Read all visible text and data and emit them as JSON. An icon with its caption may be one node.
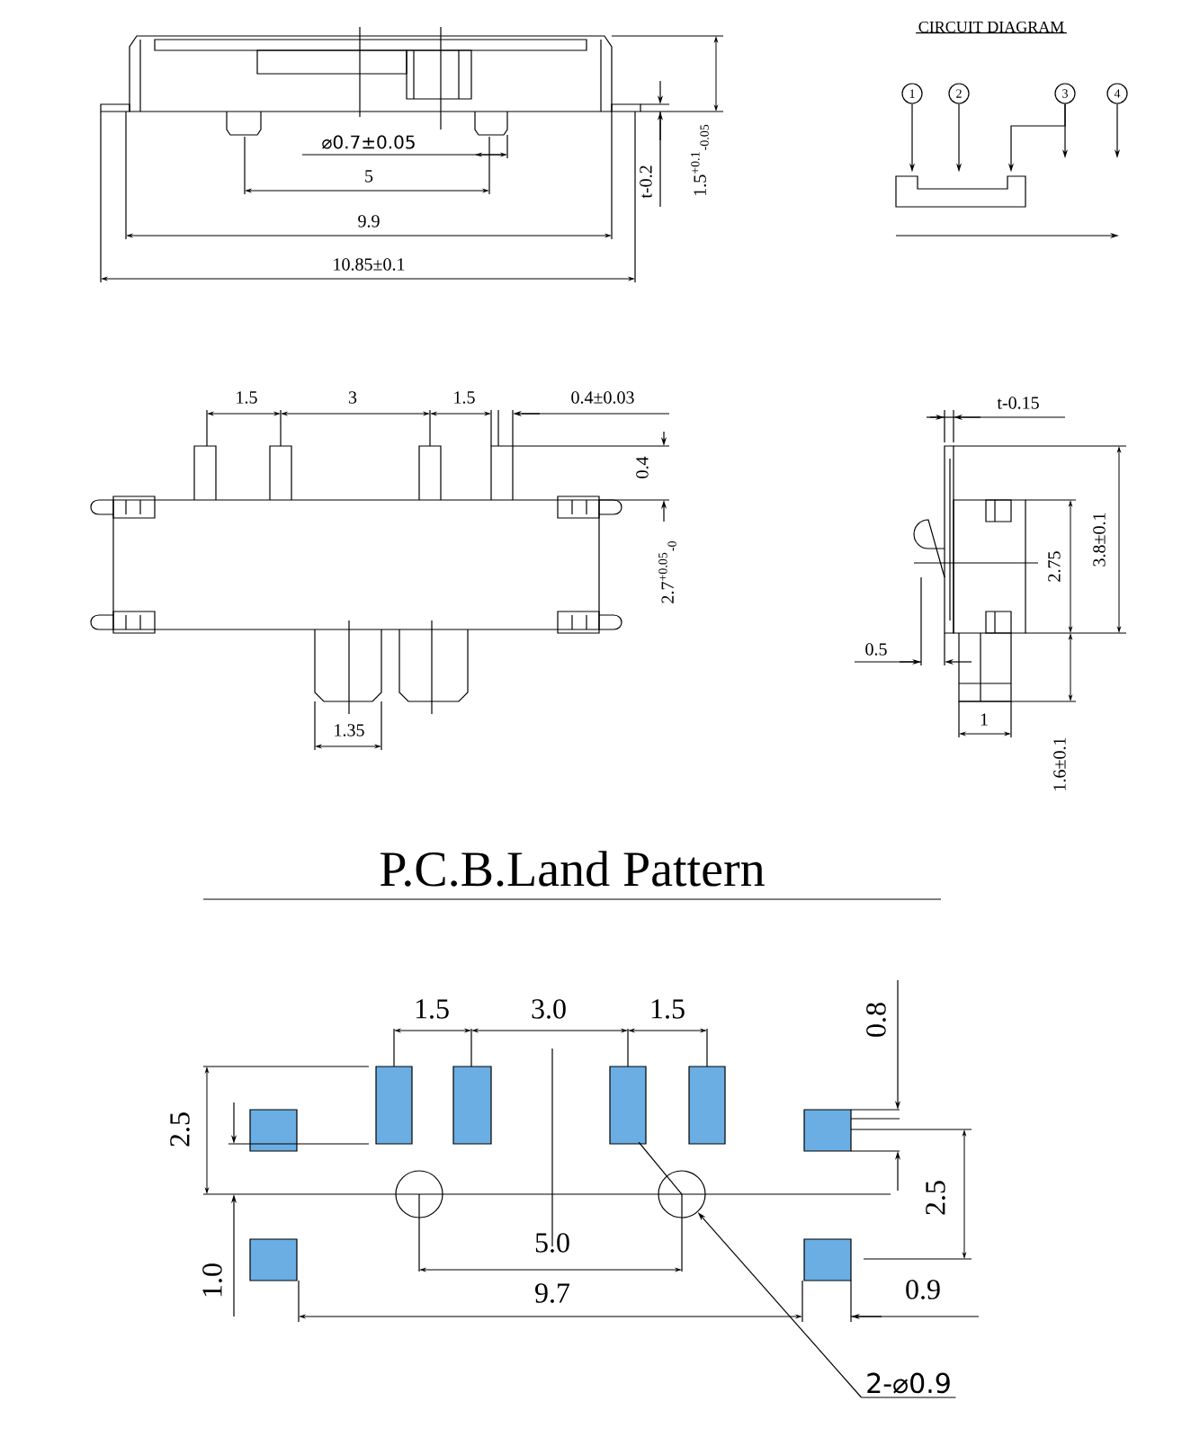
{
  "diagram": {
    "nodes": [
      {
        "text": [
          "1"
        ]
      },
      {
        "text": [
          "2"
        ]
      },
      {
        "text": [
          "3"
        ]
      },
      {
        "text": [
          "4"
        ]
      },
      {
        "text": [],
        "shape": "circle"
      },
      {
        "text": [],
        "shape": "circle"
      },
      {
        "text": [
          "2-⌀0.9"
        ]
      },
      {
        "text": [],
        "shape": "bar"
      }
    ],
    "edges": [
      {
        "from": 0,
        "to": 7,
        "arrow": "to"
      },
      {
        "from": 1,
        "to": 7,
        "arrow": "to"
      },
      {
        "from": 2,
        "to": null,
        "arrow": "to"
      },
      {
        "from": 2,
        "to": 7,
        "arrow": "to"
      },
      {
        "from": 3,
        "to": null,
        "arrow": "to"
      },
      {
        "from": 6,
        "to": 5,
        "arrow": "to"
      }
    ],
    "labels": [
      "⌀0.7±0.05",
      "5",
      "9.9",
      "10.85±0.1",
      "t-0.2",
      "1.5$^{+0.1}$$_{-0.05}$",
      "CIRCUIT DIAGRAM",
      "1.5",
      "3",
      "1.5",
      "0.4±0.03",
      "0.4",
      "2.7$^{+0.05}$$_{-0}$",
      "1.35",
      "t-0.15",
      "3.8±0.1",
      "2.75",
      "0.5",
      "1",
      "1.6±0.1",
      "P.C.B.Land Pattern",
      "1.5",
      "3.0",
      "1.5",
      "0.8",
      "2.5",
      "1.0",
      "5.0",
      "2.5",
      "9.7",
      "0.9"
    ]
  }
}
